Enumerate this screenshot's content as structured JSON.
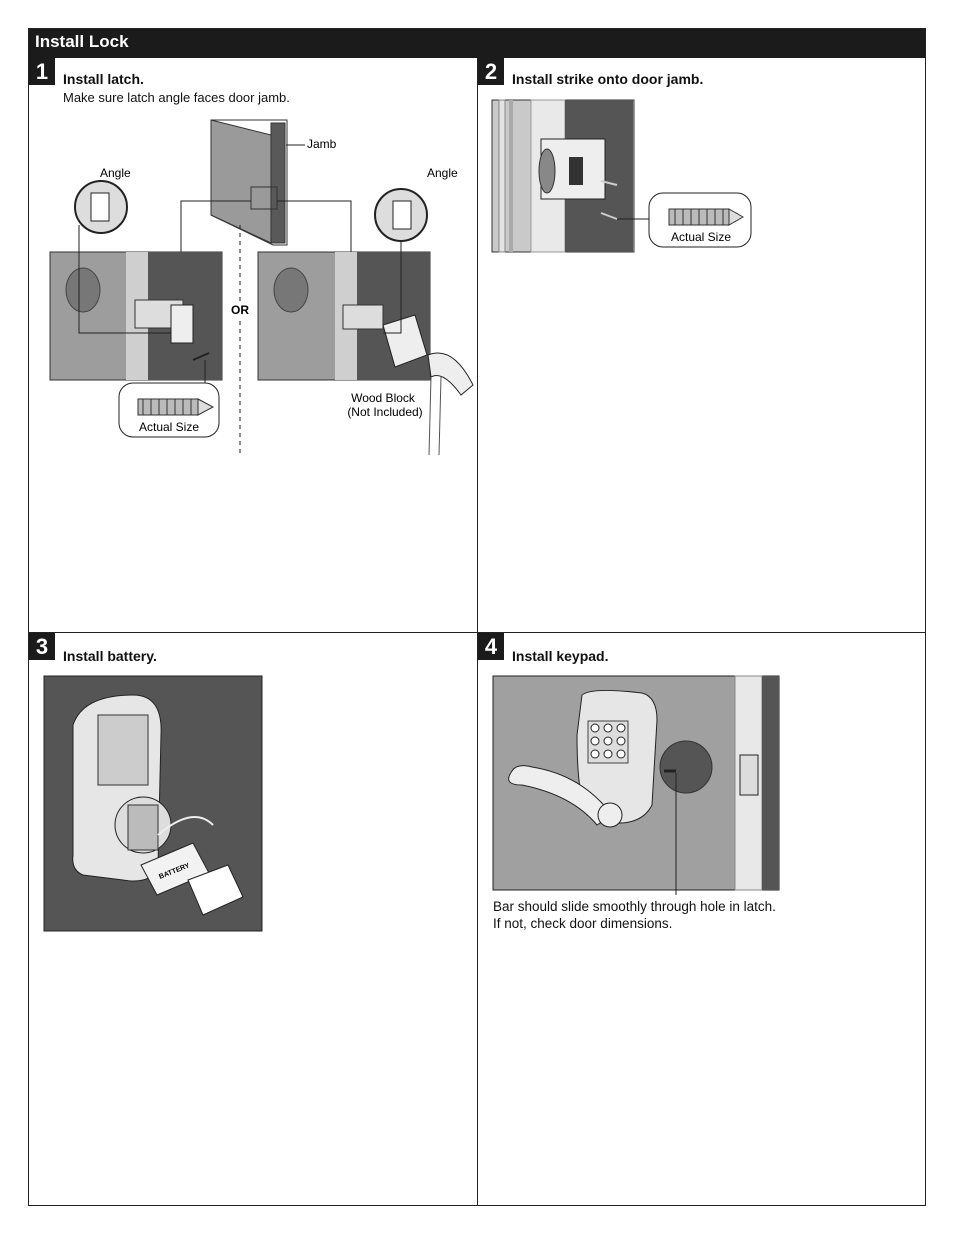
{
  "header": {
    "title": "Install Lock"
  },
  "steps": [
    {
      "number": "1",
      "title": "Install latch.",
      "subtitle": "Make sure latch angle faces door jamb.",
      "labels": {
        "jamb": "Jamb",
        "angle_left": "Angle",
        "angle_right": "Angle",
        "or": "OR",
        "wood_block_1": "Wood Block",
        "wood_block_2": "(Not Included)",
        "actual_size": "Actual Size"
      }
    },
    {
      "number": "2",
      "title": "Install strike onto door jamb.",
      "labels": {
        "actual_size": "Actual Size"
      }
    },
    {
      "number": "3",
      "title": "Install battery.",
      "labels": {
        "battery": "BATTERY"
      }
    },
    {
      "number": "4",
      "title": "Install keypad.",
      "note": "Bar should slide smoothly through hole in latch. If not, check door dimensions."
    }
  ]
}
